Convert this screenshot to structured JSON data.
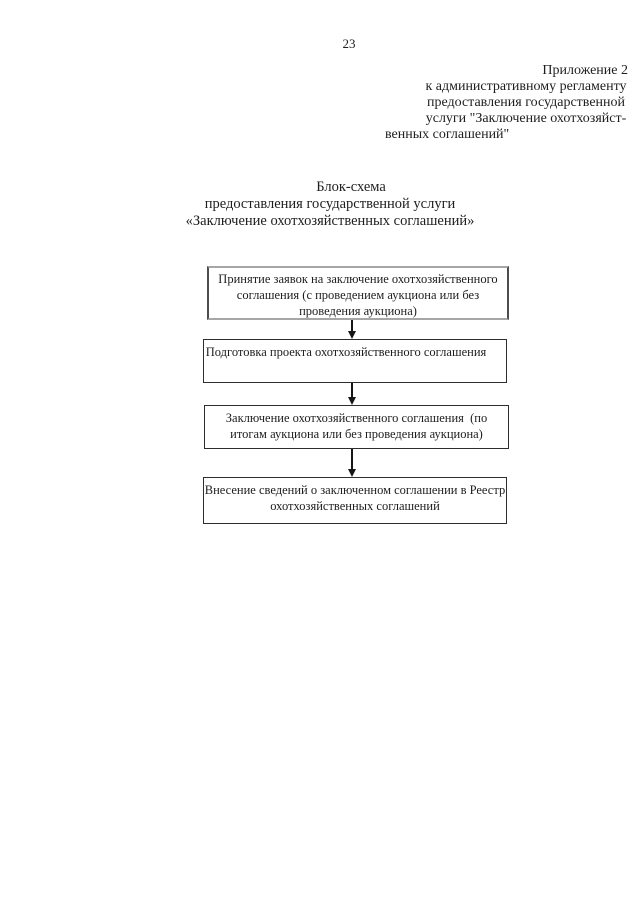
{
  "page": {
    "number": "23"
  },
  "appendix": {
    "lines": [
      "Приложение 2",
      "к административному регламенту",
      "предоставления государственной",
      "услуги \"Заключение охотхозяйст-",
      "венных соглашений\""
    ]
  },
  "title": {
    "lines": [
      "Блок-схема",
      "предоставления государственной услуги",
      "«Заключение охотхозяйственных соглашений»"
    ]
  },
  "flowchart": {
    "steps": [
      {
        "lines": [
          "Принятие заявок на заключение охотхозяйственного",
          "соглашения (с проведением аукциона или без",
          "проведения аукциона)"
        ]
      },
      {
        "lines": [
          "Подготовка проекта охотхозяйственного соглашения"
        ]
      },
      {
        "lines": [
          "Заключение охотхозяйственного соглашения  (по",
          "итогам аукциона или без проведения аукциона)"
        ]
      },
      {
        "lines": [
          "Внесение сведений о заключенном соглашении в Реестр",
          "охотхозяйственных соглашений"
        ]
      }
    ]
  },
  "colors": {
    "text": "#1e1e1e",
    "box_border": "#2e2e2e",
    "box1_border_horizontal": "#a6a6a6",
    "box1_border_vertical": "#4d4d4d",
    "background": "#ffffff"
  }
}
